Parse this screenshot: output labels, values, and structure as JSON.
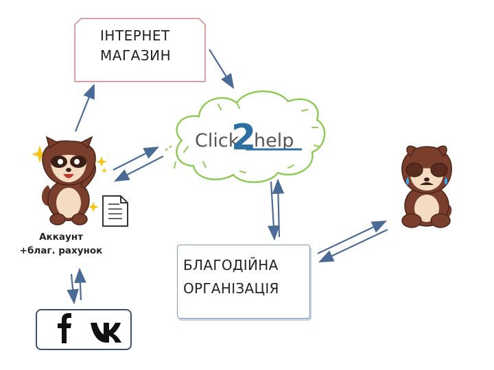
{
  "nodes": {
    "shop": {
      "line1": "ІНТЕРНЕТ",
      "line2": "МАГАЗИН"
    },
    "charity": {
      "line1": "БЛАГОДІЙНА",
      "line2": "ОРГАНІЗАЦІЯ"
    },
    "account": {
      "line1": "Аккаунт",
      "line2": "+благ. рахунок"
    },
    "logo": {
      "left": "Click",
      "right": "help",
      "mark": "2"
    },
    "social": {
      "facebook_glyph": "f",
      "vk_glyph": "vk"
    }
  },
  "icons": [
    "happy-raccoon-icon",
    "crying-raccoon-icon",
    "document-icon",
    "facebook-icon",
    "vk-icon",
    "cloud-icon"
  ],
  "colors": {
    "arrow": "#4a6b96",
    "cloud_green": "#8fc957",
    "logo_blue": "#2d6fa0",
    "raccoon_brown": "#7a3f2c",
    "raccoon_cream": "#f4dcc3",
    "shop_border": "#d6a3a3"
  }
}
